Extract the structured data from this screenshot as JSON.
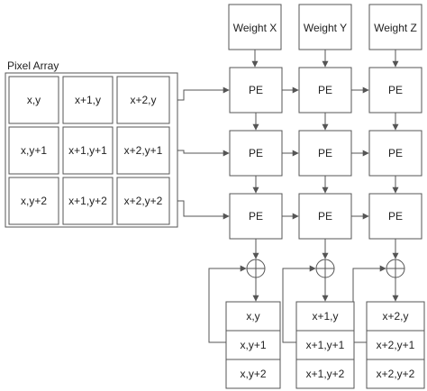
{
  "colors": {
    "stroke": "#555555",
    "text": "#222222",
    "background": "#ffffff"
  },
  "pixel_array": {
    "title": "Pixel Array",
    "cells": [
      [
        "x,y",
        "x+1,y",
        "x+2,y"
      ],
      [
        "x,y+1",
        "x+1,y+1",
        "x+2,y+1"
      ],
      [
        "x,y+2",
        "x+1,y+2",
        "x+2,y+2"
      ]
    ]
  },
  "weights": [
    "Weight X",
    "Weight Y",
    "Weight Z"
  ],
  "pe_label": "PE",
  "adder_icon": "circle-plus-icon",
  "outputs": [
    [
      "x,y",
      "x,y+1",
      "x,y+2"
    ],
    [
      "x+1,y",
      "x+1,y+1",
      "x+1,y+2"
    ],
    [
      "x+2,y",
      "x+2,y+1",
      "x+2,y+2"
    ]
  ]
}
